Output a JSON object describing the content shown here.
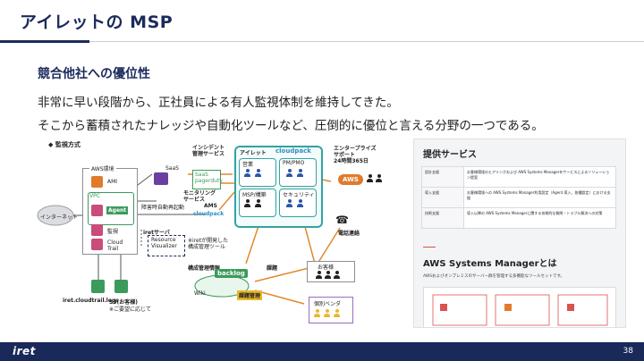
{
  "slide": {
    "title": "アイレットの MSP",
    "subtitle": "競合他社への優位性",
    "lines": [
      "非常に早い段階から、正社員による有人監視体制を維持してきた。",
      "そこから蓄積されたナレッジや自動化ツールなど、圧倒的に優位と言える分野の一つである。"
    ],
    "page_number": "38",
    "logo_text": "iret"
  },
  "diagram": {
    "heading": "◆ 監視方式",
    "aws_env": "AWS環境",
    "vpc": "VPC",
    "ami": "AMI",
    "agent": "Agent",
    "monitor": "監視",
    "cloudtrail": "Cloud Trail",
    "internet": "インターネット",
    "saas_top": "SaaS",
    "incident": "インシデント\n管理サービス",
    "saas_pager": "SaaS\npagerduty",
    "monitoring": "モニタリング\nサービス",
    "failure_start": "障害時自動再起動",
    "ams": "AMS",
    "ams_logo": "cloudpack",
    "iret_server": "iretサーバ",
    "resource_visualizer": "Resource\nVisualizer",
    "iret_tool": "※iretが開発した\n構成管理ツール",
    "config_mgmt": "構成管理情報",
    "wiki": "Wiki",
    "backlog": "backlog",
    "ticket": "課題",
    "ticket_mgmt": "課題管理",
    "logs_label": "iret.cloudtrail.logs",
    "s3_label": "S3(お客様)",
    "s3_note": "※ご要望に応じて",
    "iret_team": "アイレット",
    "cloudpack": "cloudpack",
    "roles": [
      "営業",
      "PM/PMO",
      "MSP/構築",
      "セキュリティ"
    ],
    "enterprise": "エンタープライズ\nサポート\n24時間365日",
    "aws_badge": "AWS",
    "phone": "電話連絡",
    "customer": "お客様",
    "vendor": "個別ベンダ"
  },
  "panel": {
    "heading": "提供サービス",
    "rows": [
      {
        "key": "設計支援",
        "value": "お客様環境のヒアリングおよび AWS Systems Managerをサービスによるソリューション提案"
      },
      {
        "key": "導入支援",
        "value": "お客様環境への AWS Systems Manager利用設定（Agent 導入、各種設定）における支援"
      },
      {
        "key": "技術支援",
        "value": "導入以降の AWS Systems Managerに関する技術的な質問・トラブル解決への対策"
      }
    ],
    "heading2": "AWS Systems Managerとは",
    "desc": "AWSおよびオンプレミスのサーバー群を管理する多機能なツールセットです。"
  }
}
